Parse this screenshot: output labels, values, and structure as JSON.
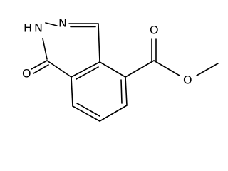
{
  "atoms": {
    "n_imine": "N",
    "nh_prefix": "H",
    "nh_n": "N",
    "o_carbonyl": "O",
    "o_ester_carbonyl": "O",
    "o_ester_link": "O"
  },
  "colors": {
    "bond": "#000000",
    "label": "#000000",
    "background": "#ffffff"
  }
}
